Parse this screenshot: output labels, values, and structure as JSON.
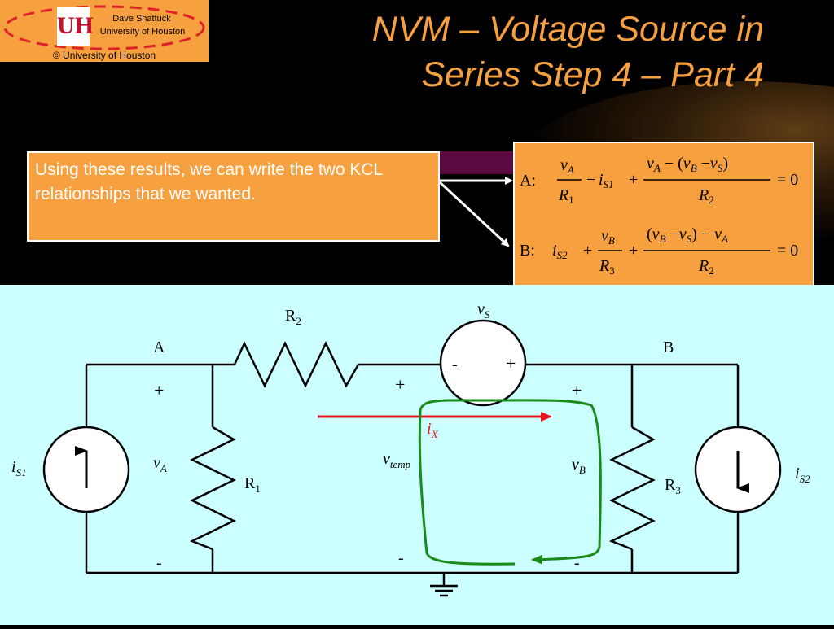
{
  "logo": {
    "author": "Dave Shattuck",
    "university": "University of Houston",
    "copyright": "© University of Houston",
    "mark": "UH"
  },
  "title": {
    "line1": "NVM – Voltage Source in",
    "line2": "Series Step 4 – Part 4"
  },
  "note": "Using these results, we can write the two KCL relationships that we wanted.",
  "equations": {
    "A": {
      "label": "A:",
      "t1_num_var": "v",
      "t1_num_sub": "A",
      "t1_den_var": "R",
      "t1_den_sub": "1",
      "op1": "−",
      "src_var": "i",
      "src_sub": "S1",
      "op2": "+",
      "t3_num": "v_A − (v_B − v_S)",
      "t3_den_var": "R",
      "t3_den_sub": "2",
      "rhs": "= 0"
    },
    "B": {
      "label": "B:",
      "src_var": "i",
      "src_sub": "S2",
      "op1": "+",
      "t2_num_var": "v",
      "t2_num_sub": "B",
      "t2_den_var": "R",
      "t2_den_sub": "3",
      "op2": "+",
      "t3_num": "(v_B − v_S) − v_A",
      "t3_den_var": "R",
      "t3_den_sub": "2",
      "rhs": "= 0"
    }
  },
  "circuit": {
    "node_a": "A",
    "node_b": "B",
    "r1": {
      "main": "R",
      "sub": "1"
    },
    "r2": {
      "main": "R",
      "sub": "2"
    },
    "r3": {
      "main": "R",
      "sub": "3"
    },
    "vs": {
      "main": "v",
      "sub": "S"
    },
    "is1": {
      "main": "i",
      "sub": "S1"
    },
    "is2": {
      "main": "i",
      "sub": "S2"
    },
    "va": {
      "main": "v",
      "sub": "A"
    },
    "vb": {
      "main": "v",
      "sub": "B"
    },
    "vtemp": {
      "main": "v",
      "sub": "temp"
    },
    "ix": {
      "main": "i",
      "sub": "X"
    },
    "plus": "+",
    "minus": "-",
    "vs_minus": "-",
    "vs_plus": "+"
  },
  "colors": {
    "orange": "#f7a040",
    "cyan_bg": "#ccffff",
    "current_arrow": "#e8141c",
    "loop": "#1a8a1a",
    "logo_red": "#c8102e",
    "dark_bar": "#5a0a3f"
  }
}
